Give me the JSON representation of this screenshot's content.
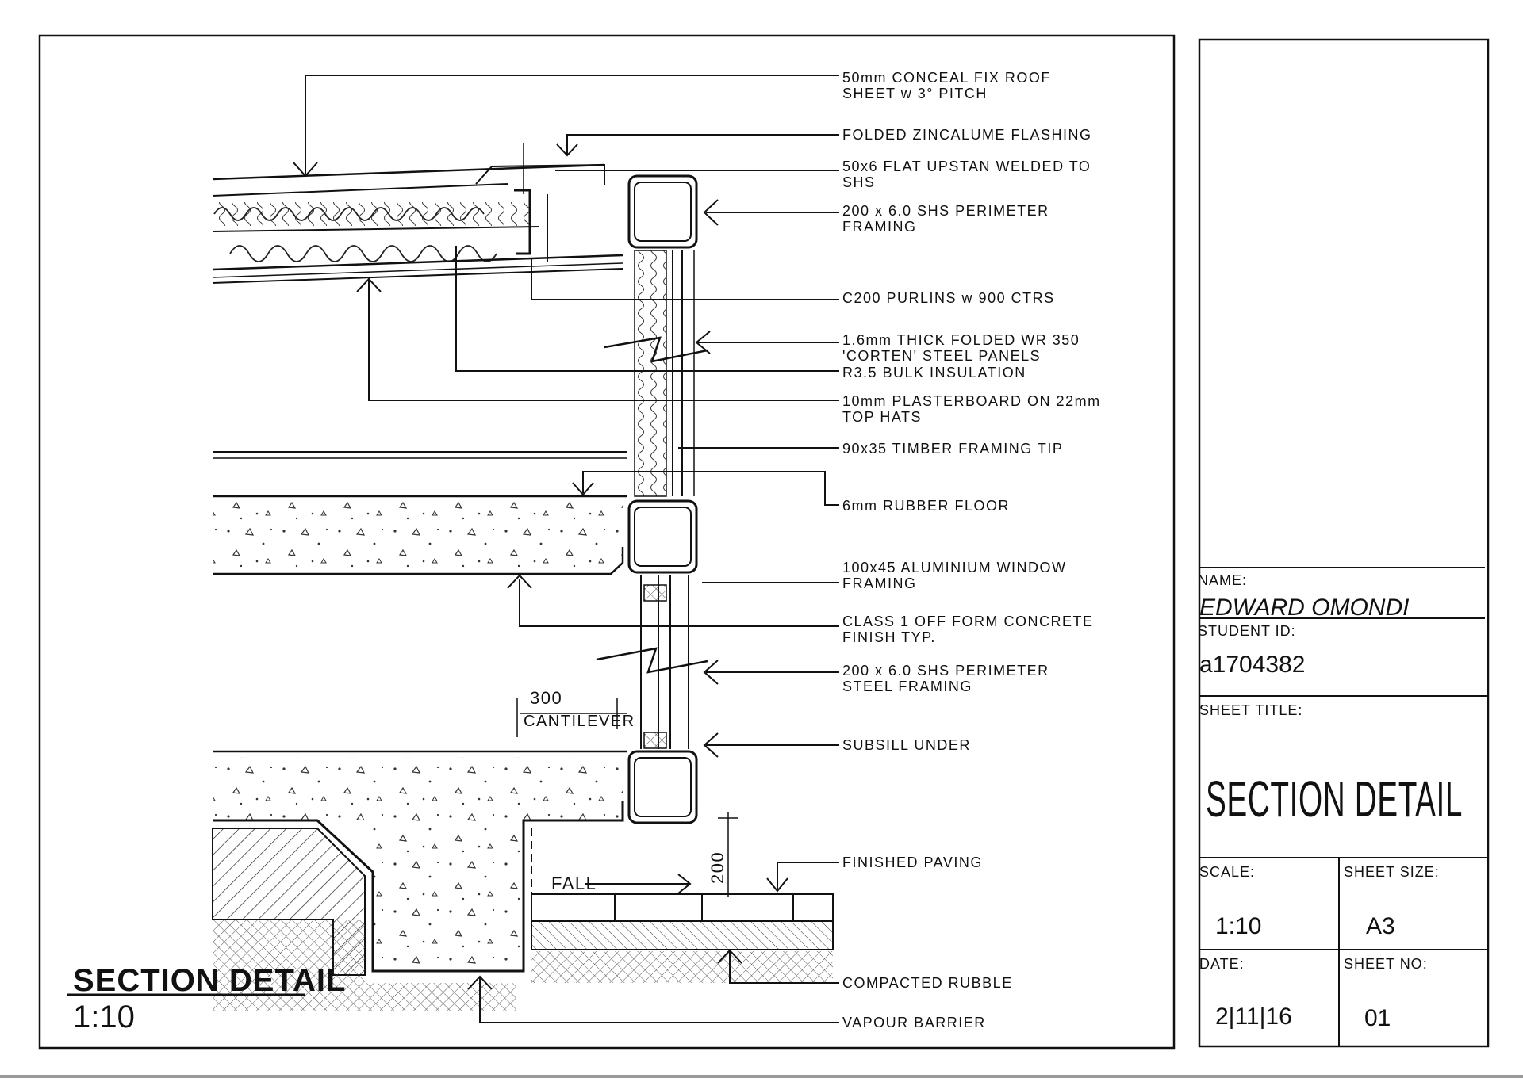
{
  "annotations": [
    {
      "id": "roof-sheet",
      "lines": [
        "50mm  CONCEAL FIX ROOF",
        "SHEET   w 3° PITCH"
      ]
    },
    {
      "id": "flashing",
      "lines": [
        "FOLDED ZINCALUME FLASHING"
      ]
    },
    {
      "id": "upstand",
      "lines": [
        "50x6 FLAT UPSTAN WELDED TO",
        "SHS"
      ]
    },
    {
      "id": "shs-top",
      "lines": [
        "200 x 6.0  SHS PERIMETER",
        "FRAMING"
      ]
    },
    {
      "id": "purlins",
      "lines": [
        "C200  PURLINS  w 900 CTRS"
      ]
    },
    {
      "id": "corten",
      "lines": [
        "1.6mm THICK FOLDED WR 350",
        "'CORTEN' STEEL PANELS"
      ]
    },
    {
      "id": "bulk-insulation",
      "lines": [
        "R3.5  BULK  INSULATION"
      ]
    },
    {
      "id": "plasterboard",
      "lines": [
        "10mm  PLASTERBOARD  ON  22mm",
        "TOP HATS"
      ]
    },
    {
      "id": "timber",
      "lines": [
        "90x35  TIMBER FRAMING TIP"
      ]
    },
    {
      "id": "rubber-floor",
      "lines": [
        "6mm  RUBBER  FLOOR"
      ]
    },
    {
      "id": "window-frame",
      "lines": [
        "100x45  ALUMINIUM  WINDOW",
        "FRAMING"
      ]
    },
    {
      "id": "concrete-finish",
      "lines": [
        "CLASS  1 OFF  FORM CONCRETE",
        "FINISH   TYP."
      ]
    },
    {
      "id": "shs-bottom",
      "lines": [
        "200 x 6.0  SHS PERIMETER",
        "STEEL  FRAMING"
      ]
    },
    {
      "id": "subsill",
      "lines": [
        "SUBSILL  UNDER"
      ]
    },
    {
      "id": "paving",
      "lines": [
        "FINISHED  PAVING"
      ]
    },
    {
      "id": "rubble",
      "lines": [
        "COMPACTED  RUBBLE"
      ]
    },
    {
      "id": "vapour",
      "lines": [
        "VAPOUR  BARRIER"
      ]
    }
  ],
  "dimensions": {
    "cantilever_value": "300",
    "cantilever_label": "CANTILEVER",
    "step_value": "200",
    "fall_label": "FALL"
  },
  "drawing_title": {
    "title": "SECTION DETAIL",
    "scale": "1:10"
  },
  "title_block": {
    "name_label": "NAME:",
    "name_value": "EDWARD OMONDI",
    "student_id_label": "STUDENT ID:",
    "student_id_value": "a1704382",
    "sheet_title_label": "SHEET TITLE:",
    "sheet_title_value": "SECTION DETAIL",
    "scale_label": "SCALE:",
    "scale_value": "1:10",
    "sheet_size_label": "SHEET SIZE:",
    "sheet_size_value": "A3",
    "date_label": "DATE:",
    "date_value": "2|11|16",
    "sheet_no_label": "SHEET NO:",
    "sheet_no_value": "01"
  }
}
